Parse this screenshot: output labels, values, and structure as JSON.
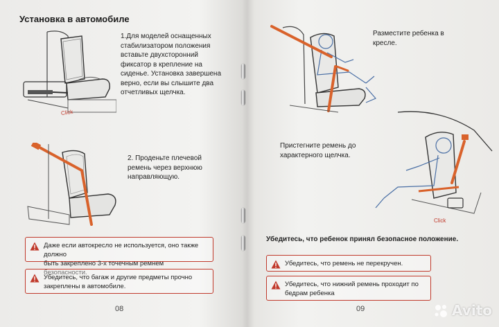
{
  "left_page": {
    "heading": "Установка в автомобиле",
    "step1": "1.Для моделей оснащенных\nстабилизатором положения\nвставьте двухсторонний\nфиксатор в крепление на\nсиденье. Установка завершена\nверно, если вы слышите два\nотчетливых щелчка.",
    "click_label": "Click",
    "step2": "2. Проденьте плечевой\nремень через верхнюю\nнаправляющую.",
    "warnings": [
      "Даже если автокресло не используется, оно также должно\nбыть закреплено 3-х точечным ремнем безопасности.",
      "Убедитесь, что багаж и другие предметы прочно\nзакреплены в автомобиле."
    ],
    "page_number": "08"
  },
  "right_page": {
    "step_place": "Разместите ребенка в\nкресле.",
    "step_buckle": "Пристегните ремень до\nхарактерного щелчка.",
    "click_label": "Click",
    "final_check": "Убедитесь, что ребенок принял безопасное положение.",
    "warnings": [
      "Убедитесь, что ремень не перекручен.",
      "Убедитесь, что нижний ремень проходит по\nбедрам ребенка"
    ],
    "page_number": "09"
  },
  "watermark": {
    "text": "Avito"
  },
  "colors": {
    "belt": "#d9622b",
    "warning": "#c0392b",
    "line": "#333333"
  }
}
